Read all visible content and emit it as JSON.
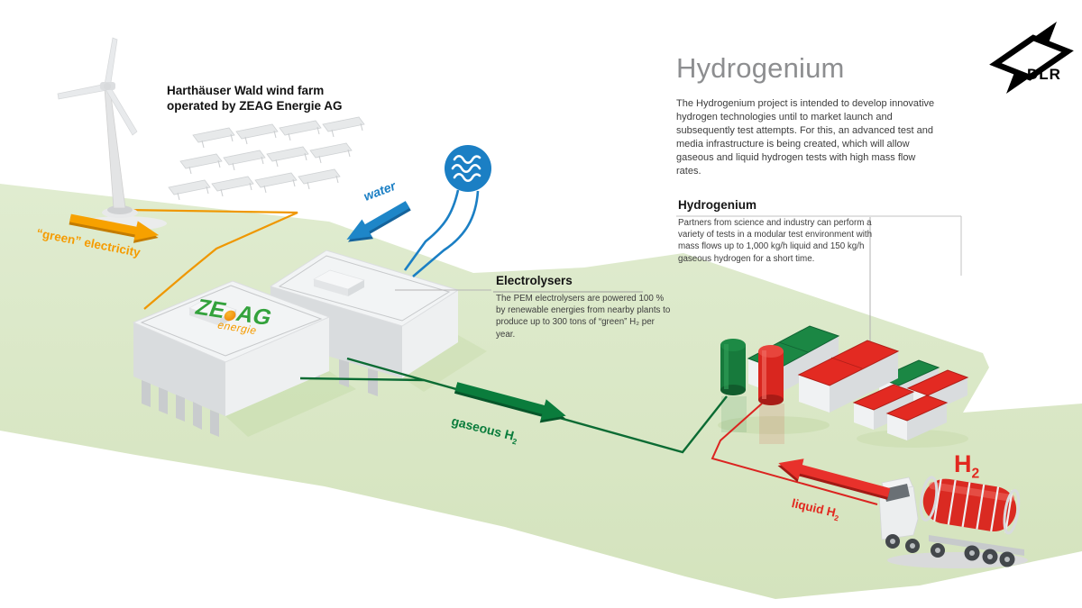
{
  "brand": {
    "dlr": "DLR"
  },
  "title": "Hydrogenium",
  "intro": "The Hydrogenium project is intended to develop innovative hydrogen technologies until to market launch and subsequently test attempts. For this, an advanced test and media infrastructure is being created, which will allow gaseous and liquid hydrogen tests with high mass flow rates.",
  "wind_farm": {
    "line1": "Harthäuser Wald wind farm",
    "line2": "operated by ZEAG Energie AG"
  },
  "sections": {
    "hydrogenium": {
      "heading": "Hydrogenium",
      "body": "Partners from science and industry can perform a variety of tests in a modular test environment with mass flows up to 1,000 kg/h liquid and 150 kg/h gaseous hydrogen for a short time."
    },
    "electrolysers": {
      "heading": "Electrolysers",
      "body": "The PEM electrolysers are powered 100 % by renewable energies from nearby plants to produce up to 300 tons of “green” H₂ per year."
    }
  },
  "flows": {
    "electricity": {
      "label": "“green” electricity",
      "color": "#f59b00"
    },
    "water": {
      "label": "water",
      "color": "#1b7fc4"
    },
    "gaseous_h2": {
      "label": "gaseous H",
      "sub": "2",
      "color": "#0a7c3c"
    },
    "liquid_h2": {
      "label": "liquid H",
      "sub": "2",
      "color": "#e2281f"
    },
    "truck_h2": {
      "label": "H",
      "sub": "2",
      "color": "#e2281f"
    }
  },
  "zeag_logo": {
    "ze": "ZE",
    "ag": "AG",
    "energie": "energie"
  },
  "colors": {
    "field_green": "#dbe8c6",
    "title_gray": "#8d8e90",
    "orange": "#f59b00",
    "blue": "#1b7fc4",
    "green": "#0a7c3c",
    "red": "#e2281f"
  }
}
